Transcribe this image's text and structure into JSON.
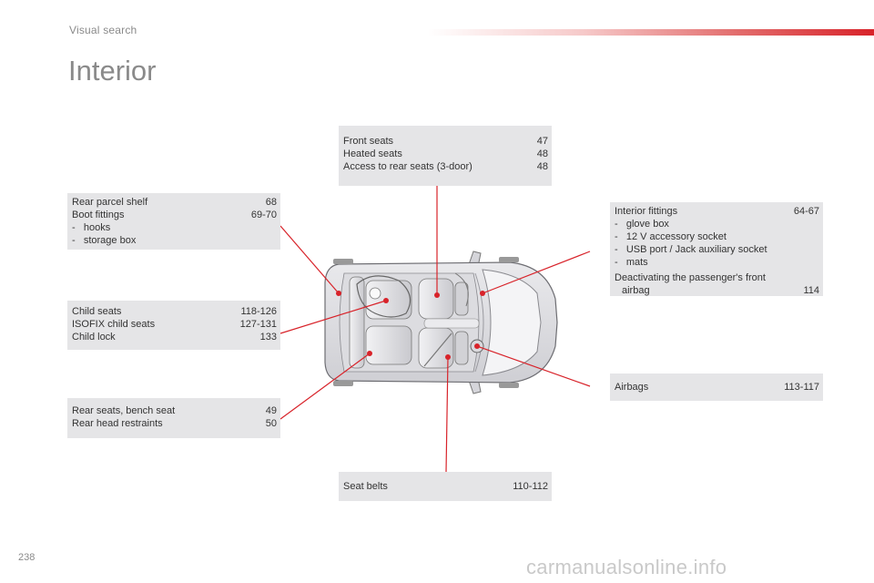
{
  "header": {
    "section": "Visual search",
    "title": "Interior",
    "accent": "#d8232a"
  },
  "boxes": {
    "front_seats": {
      "rows": [
        {
          "label": "Front seats",
          "page": "47"
        },
        {
          "label": "Heated seats",
          "page": "48"
        },
        {
          "label": "Access to rear seats (3-door)",
          "page": "48"
        }
      ]
    },
    "rear_shelf": {
      "rows": [
        {
          "label": "Rear parcel shelf",
          "page": "68"
        },
        {
          "label": "Boot fittings",
          "page": "69-70"
        }
      ],
      "subitems": [
        "hooks",
        "storage box"
      ]
    },
    "child_seats": {
      "rows": [
        {
          "label": "Child seats",
          "page": "118-126"
        },
        {
          "label": "ISOFIX child seats",
          "page": "127-131"
        },
        {
          "label": "Child lock",
          "page": "133"
        }
      ]
    },
    "rear_seats": {
      "rows": [
        {
          "label": "Rear seats, bench seat",
          "page": "49"
        },
        {
          "label": "Rear head restraints",
          "page": "50"
        }
      ]
    },
    "seat_belts": {
      "rows": [
        {
          "label": "Seat belts",
          "page": "110-112"
        }
      ]
    },
    "interior_fittings": {
      "head": {
        "label": "Interior fittings",
        "page": "64-67"
      },
      "subitems": [
        "glove box",
        "12 V accessory socket",
        "USB port / Jack auxiliary socket",
        "mats"
      ],
      "deactivate_line1": "Deactivating the passenger's front",
      "deactivate_line2": "airbag",
      "deactivate_page": "114"
    },
    "airbags": {
      "rows": [
        {
          "label": "Airbags",
          "page": "113-117"
        }
      ]
    }
  },
  "footer": {
    "page_number": "238",
    "watermark": "carmanualsonline.info"
  }
}
